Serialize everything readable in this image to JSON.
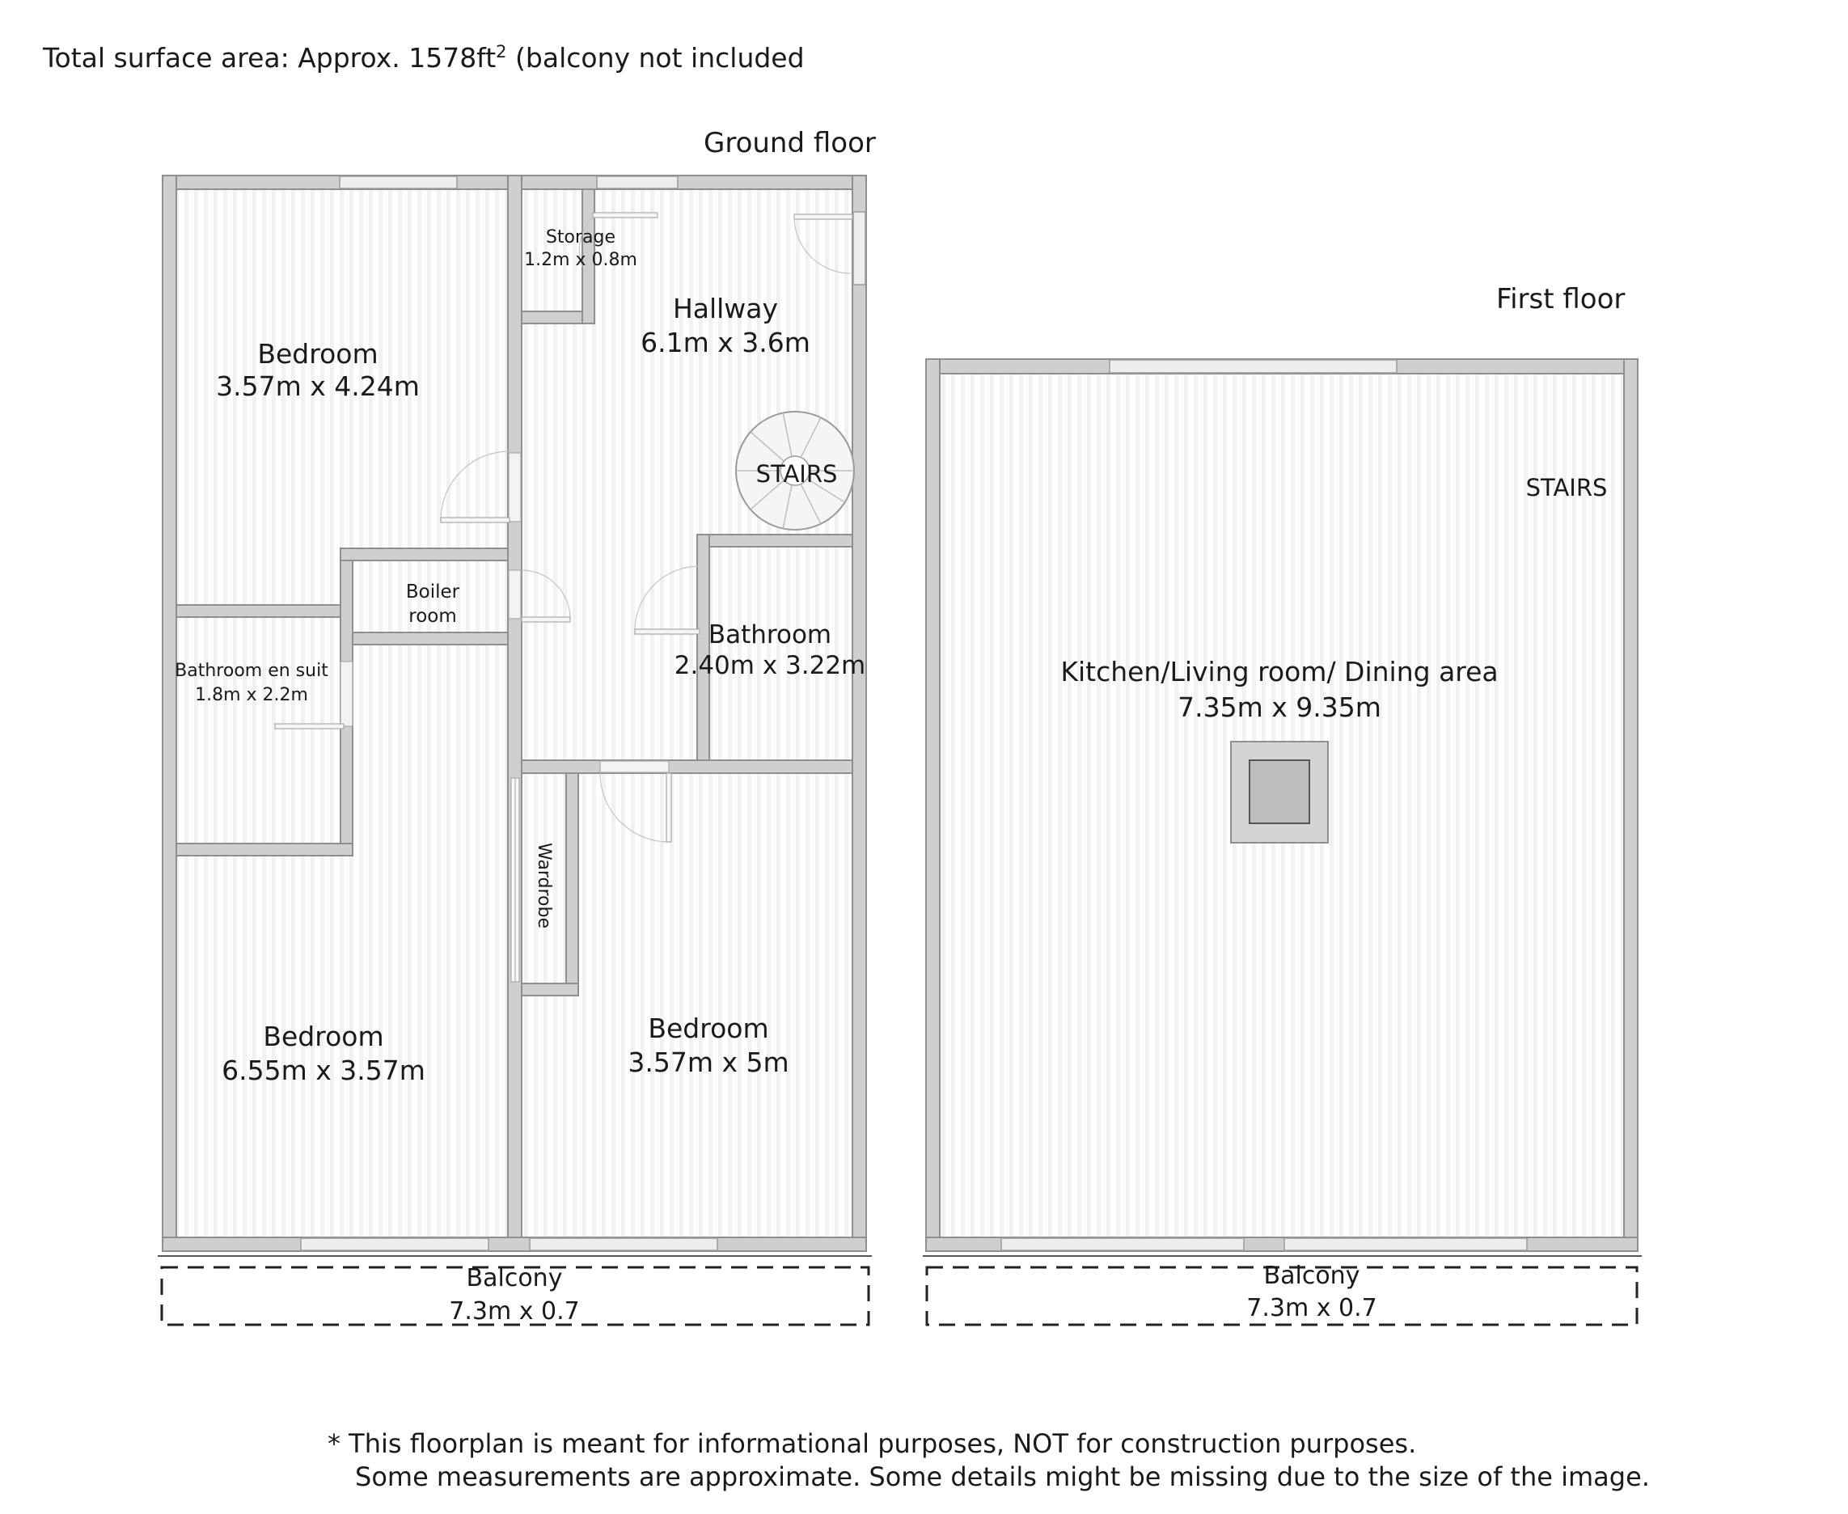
{
  "header": {
    "area_prefix": "Total surface area: Approx. 1578ft",
    "area_exponent": "2",
    "area_suffix": " (balcony not included"
  },
  "ground_floor": {
    "title": "Ground floor",
    "rooms": [
      {
        "id": "bedroom-1",
        "name": "Bedroom",
        "size": "3.57m x 4.24m"
      },
      {
        "id": "storage",
        "name": "Storage",
        "size": "1.2m x 0.8m"
      },
      {
        "id": "hallway",
        "name": "Hallway",
        "size": "6.1m x 3.6m"
      },
      {
        "id": "stairs",
        "name": "STAIRS"
      },
      {
        "id": "boiler-room",
        "name_line1": "Boiler",
        "name_line2": "room"
      },
      {
        "id": "bathroom-en-suit",
        "name": "Bathroom en suit",
        "size": "1.8m x 2.2m"
      },
      {
        "id": "bathroom",
        "name": "Bathroom",
        "size": "2.40m x 3.22m"
      },
      {
        "id": "wardrobe",
        "name": "Wardrobe"
      },
      {
        "id": "bedroom-2",
        "name": "Bedroom",
        "size": "6.55m x 3.57m"
      },
      {
        "id": "bedroom-3",
        "name": "Bedroom",
        "size": "3.57m x 5m"
      }
    ],
    "balcony": {
      "name": "Balcony",
      "size": "7.3m x 0.7"
    }
  },
  "first_floor": {
    "title": "First floor",
    "stairs_label": "STAIRS",
    "main_room": {
      "name": "Kitchen/Living room/ Dining area",
      "size": "7.35m x 9.35m"
    },
    "balcony": {
      "name": "Balcony",
      "size": "7.3m x 0.7"
    }
  },
  "disclaimer": {
    "line1": "* This floorplan is meant for informational purposes, NOT for construction purposes.",
    "line2": "Some measurements are approximate.  Some details might be missing due to the size of the image."
  }
}
